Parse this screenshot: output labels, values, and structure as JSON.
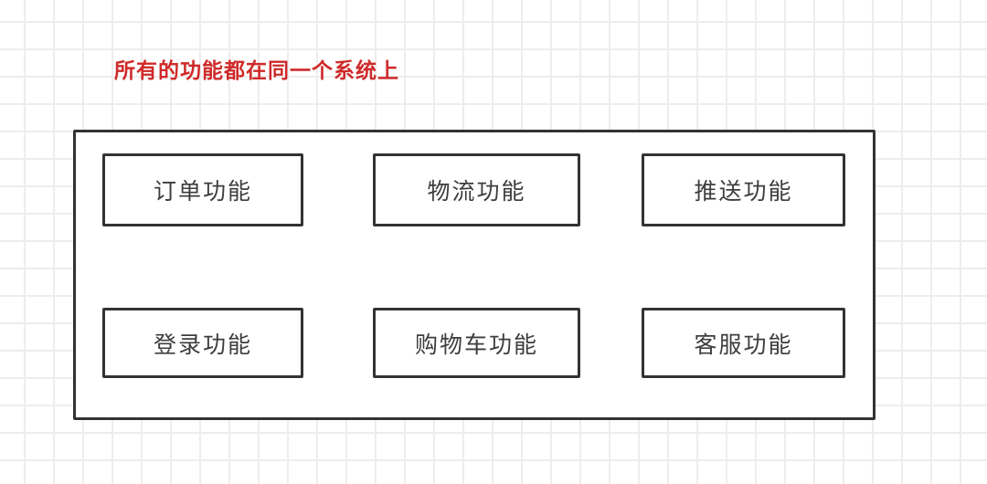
{
  "title": {
    "text": "所有的功能都在同一个系统上"
  },
  "diagram": {
    "system_boundary": "single-system-container",
    "boxes": [
      {
        "id": "order",
        "label": "订单功能"
      },
      {
        "id": "logistics",
        "label": "物流功能"
      },
      {
        "id": "push",
        "label": "推送功能"
      },
      {
        "id": "login",
        "label": "登录功能"
      },
      {
        "id": "cart",
        "label": "购物车功能"
      },
      {
        "id": "service",
        "label": "客服功能"
      }
    ]
  },
  "colors": {
    "title_red": "#cf2a2a",
    "box_border": "#333333",
    "box_text": "#3d3d3d",
    "grid_line": "#ededed",
    "background": "#ffffff"
  }
}
